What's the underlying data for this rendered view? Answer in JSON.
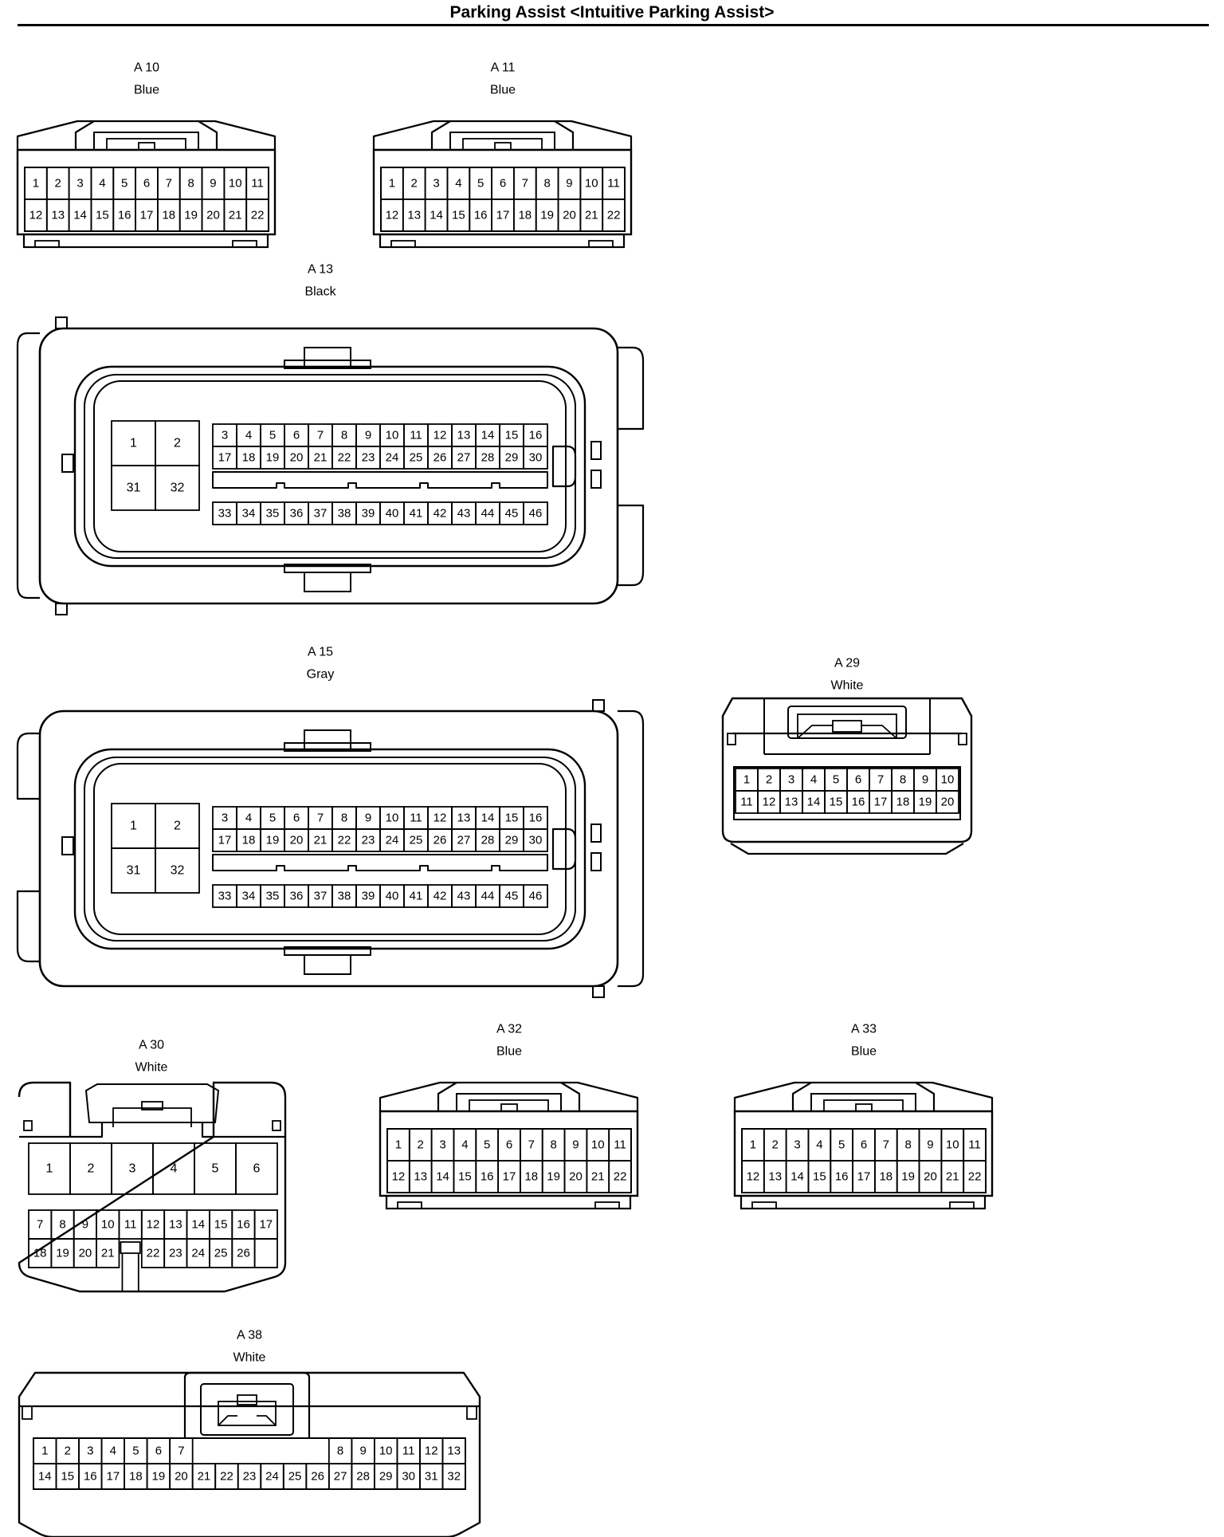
{
  "title": "Parking Assist <Intuitive Parking Assist>",
  "connectors": [
    {
      "id": "A 10",
      "color": "Blue",
      "rows": [
        [
          "1",
          "2",
          "3",
          "4",
          "5",
          "6",
          "7",
          "8",
          "9",
          "10",
          "11"
        ],
        [
          "12",
          "13",
          "14",
          "15",
          "16",
          "17",
          "18",
          "19",
          "20",
          "21",
          "22"
        ]
      ]
    },
    {
      "id": "A 11",
      "color": "Blue",
      "rows": [
        [
          "1",
          "2",
          "3",
          "4",
          "5",
          "6",
          "7",
          "8",
          "9",
          "10",
          "11"
        ],
        [
          "12",
          "13",
          "14",
          "15",
          "16",
          "17",
          "18",
          "19",
          "20",
          "21",
          "22"
        ]
      ]
    },
    {
      "id": "A 13",
      "color": "Black",
      "big_pins": [
        "1",
        "2",
        "31",
        "32"
      ],
      "rows": [
        [
          "3",
          "4",
          "5",
          "6",
          "7",
          "8",
          "9",
          "10",
          "11",
          "12",
          "13",
          "14",
          "15",
          "16"
        ],
        [
          "17",
          "18",
          "19",
          "20",
          "21",
          "22",
          "23",
          "24",
          "25",
          "26",
          "27",
          "28",
          "29",
          "30"
        ],
        [
          "33",
          "34",
          "35",
          "36",
          "37",
          "38",
          "39",
          "40",
          "41",
          "42",
          "43",
          "44",
          "45",
          "46"
        ]
      ]
    },
    {
      "id": "A 15",
      "color": "Gray",
      "big_pins": [
        "1",
        "2",
        "31",
        "32"
      ],
      "rows": [
        [
          "3",
          "4",
          "5",
          "6",
          "7",
          "8",
          "9",
          "10",
          "11",
          "12",
          "13",
          "14",
          "15",
          "16"
        ],
        [
          "17",
          "18",
          "19",
          "20",
          "21",
          "22",
          "23",
          "24",
          "25",
          "26",
          "27",
          "28",
          "29",
          "30"
        ],
        [
          "33",
          "34",
          "35",
          "36",
          "37",
          "38",
          "39",
          "40",
          "41",
          "42",
          "43",
          "44",
          "45",
          "46"
        ]
      ]
    },
    {
      "id": "A 29",
      "color": "White",
      "rows": [
        [
          "1",
          "2",
          "3",
          "4",
          "5",
          "6",
          "7",
          "8",
          "9",
          "10"
        ],
        [
          "11",
          "12",
          "13",
          "14",
          "15",
          "16",
          "17",
          "18",
          "19",
          "20"
        ]
      ]
    },
    {
      "id": "A 30",
      "color": "White",
      "big_pins": [
        "1",
        "2",
        "3",
        "4",
        "5",
        "6"
      ],
      "rows": [
        [
          "7",
          "8",
          "9",
          "10",
          "11",
          "12",
          "13",
          "14",
          "15",
          "16",
          "17"
        ],
        [
          "18",
          "19",
          "20",
          "21",
          "",
          "22",
          "23",
          "24",
          "25",
          "26"
        ]
      ]
    },
    {
      "id": "A 32",
      "color": "Blue",
      "rows": [
        [
          "1",
          "2",
          "3",
          "4",
          "5",
          "6",
          "7",
          "8",
          "9",
          "10",
          "11"
        ],
        [
          "12",
          "13",
          "14",
          "15",
          "16",
          "17",
          "18",
          "19",
          "20",
          "21",
          "22"
        ]
      ]
    },
    {
      "id": "A 33",
      "color": "Blue",
      "rows": [
        [
          "1",
          "2",
          "3",
          "4",
          "5",
          "6",
          "7",
          "8",
          "9",
          "10",
          "11"
        ],
        [
          "12",
          "13",
          "14",
          "15",
          "16",
          "17",
          "18",
          "19",
          "20",
          "21",
          "22"
        ]
      ]
    },
    {
      "id": "A 38",
      "color": "White",
      "rows": [
        [
          "1",
          "2",
          "3",
          "4",
          "5",
          "6",
          "7",
          "",
          "8",
          "9",
          "10",
          "11",
          "12",
          "13"
        ],
        [
          "14",
          "15",
          "16",
          "17",
          "18",
          "19",
          "20",
          "21",
          "22",
          "23",
          "24",
          "25",
          "26",
          "27",
          "28",
          "29",
          "30",
          "31",
          "32"
        ]
      ]
    }
  ]
}
